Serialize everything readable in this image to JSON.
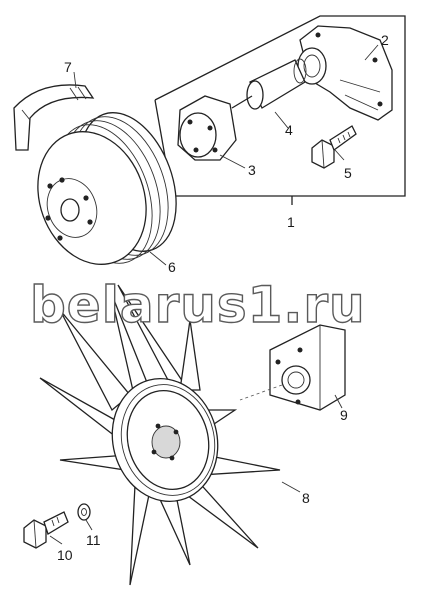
{
  "diagram": {
    "callouts": {
      "p1": "1",
      "p2": "2",
      "p3": "3",
      "p4": "4",
      "p5": "5",
      "p6": "6",
      "p7": "7",
      "p8": "8",
      "p9": "9",
      "p10": "10",
      "p11": "11"
    },
    "watermark": "belarus1.ru"
  }
}
